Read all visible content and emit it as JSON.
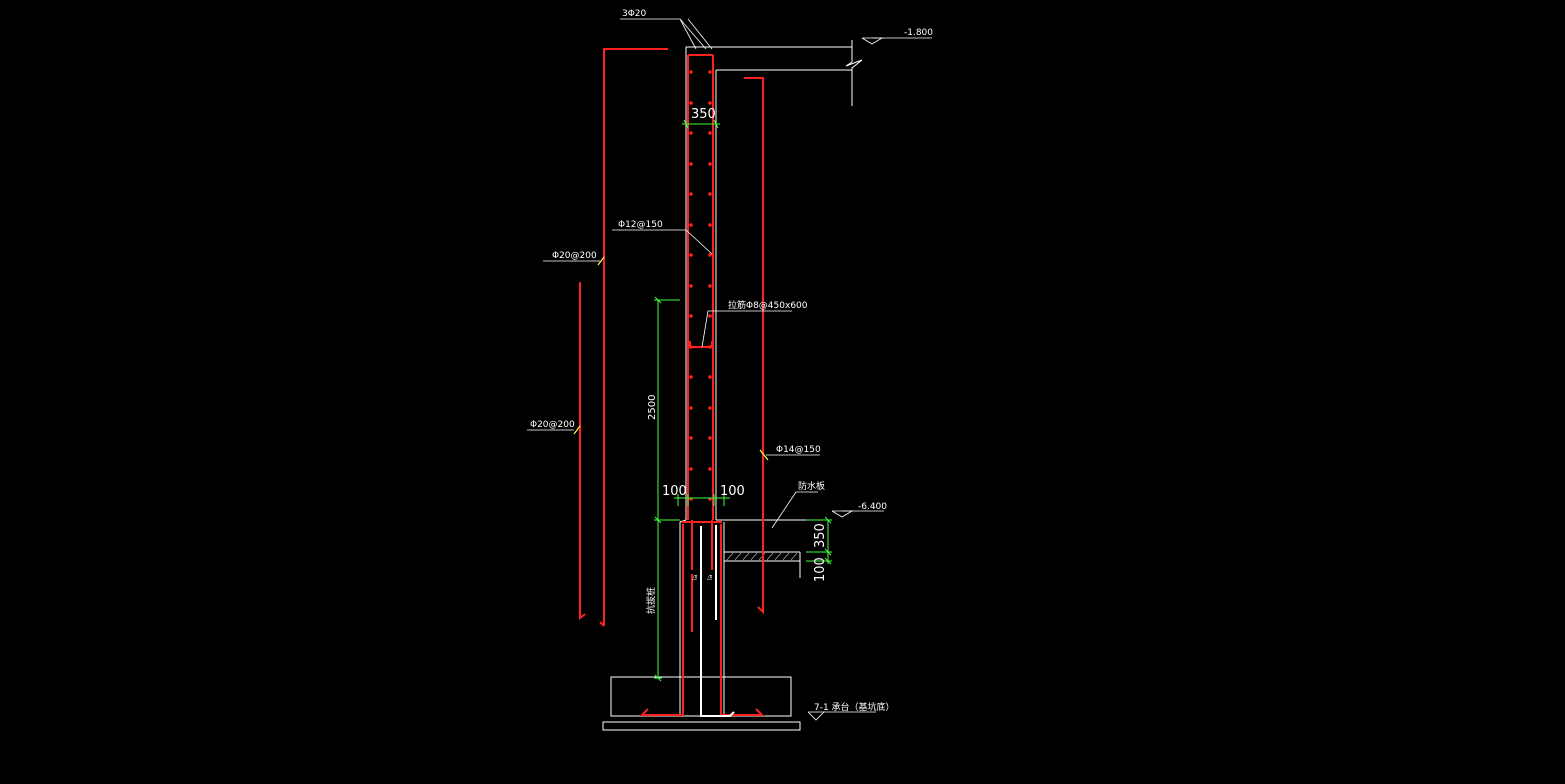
{
  "drawing": {
    "background": "#000000",
    "colors": {
      "concrete_outline": "#ffffff",
      "rebar": "#ff2020",
      "dimension": "#40ff40",
      "leader": "#ffff40",
      "text": "#ffffff"
    },
    "labels": {
      "top_bars": "3Φ20",
      "level_top": "-1.800",
      "wall_thickness": "350",
      "stirrup": "Φ12@150",
      "outer_vertical_bar": "Φ20@200",
      "inner_vertical_bar_lower": "Φ20@200",
      "tie_bar": "拉筋Φ8@450x600",
      "height_dim": "2500",
      "inner_face_bar": "Φ14@150",
      "left_offset": "100",
      "right_offset": "100",
      "waterproof_board": "防水板",
      "level_base": "-6.400",
      "slab_thickness": "350",
      "cushion_thickness": "100",
      "embed_length": "抗拔桩",
      "foundation_note": "7-1 承台（基坑底）",
      "la_left": "la",
      "la_right": "la"
    },
    "icons": [
      "elevation-marker-icon",
      "section-break-icon"
    ]
  }
}
